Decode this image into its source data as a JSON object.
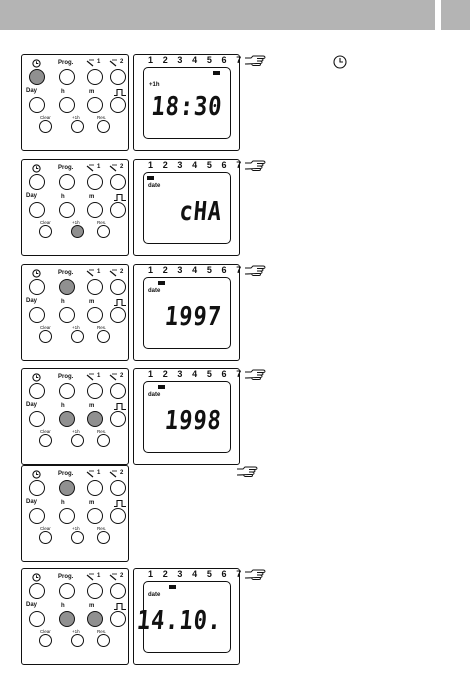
{
  "panel_labels": {
    "clock_icon": "clock-symbol-icon",
    "prog": "Prog.",
    "ch1": "1",
    "ch2": "2",
    "day": "Day",
    "h": "h",
    "m": "m",
    "clear": "Clear",
    "plus1h": "+1h",
    "res": "Res."
  },
  "days_row": "1 2 3 4 5 6 7",
  "steps": [
    {
      "pressed": [
        "clock"
      ],
      "lcd_small": "+1h",
      "lcd_main": "18:30",
      "mark": 6,
      "hand_icon": "pointing-hand-icon",
      "inline_icon": "clock-icon"
    },
    {
      "pressed": [
        "plus1h"
      ],
      "lcd_small": "date",
      "lcd_main": "cHA",
      "mark": 0,
      "hand_icon": "pointing-hand-icon"
    },
    {
      "pressed": [
        "prog"
      ],
      "lcd_small": "date",
      "lcd_main": "1997",
      "mark": 1,
      "hand_icon": "pointing-hand-icon"
    },
    {
      "pressed": [
        "h",
        "m"
      ],
      "lcd_small": "date",
      "lcd_main": "1998",
      "mark": 1,
      "hand_icon": "pointing-hand-icon"
    },
    {
      "pressed": [
        "prog"
      ],
      "hand_icon": "pointing-hand-icon"
    },
    {
      "pressed": [
        "h",
        "m"
      ],
      "lcd_small": "date",
      "lcd_main": "14.10.",
      "mark": 2,
      "hand_icon": "pointing-hand-icon"
    }
  ]
}
